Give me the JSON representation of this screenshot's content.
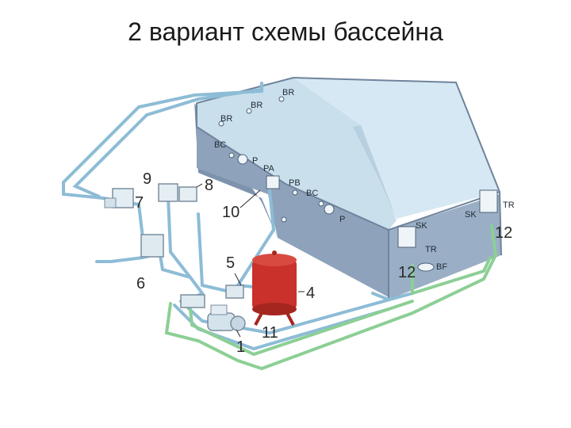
{
  "title": "2 вариант схемы бассейна",
  "labels": {
    "n1": "1",
    "n4": "4",
    "n5": "5",
    "n6": "6",
    "n7": "7",
    "n8": "8",
    "n9": "9",
    "n10": "10",
    "n11": "11",
    "n12a": "12",
    "n12b": "12",
    "br1": "BR",
    "br2": "BR",
    "br3": "BR",
    "bc1": "BC",
    "bc2": "BC",
    "p1": "P",
    "p2": "P",
    "pa": "PA",
    "pb": "PB",
    "sk1": "SK",
    "sk2": "SK",
    "tr1": "TR",
    "tr2": "TR",
    "bf": "BF"
  },
  "colors": {
    "pool_top": "#cfe4f1",
    "pool_side": "#8fa5bd",
    "pool_front": "#7f95ae",
    "pipe_blue": "#8dbcd6",
    "pipe_green": "#8ccf95",
    "tank": "#c9312a"
  }
}
